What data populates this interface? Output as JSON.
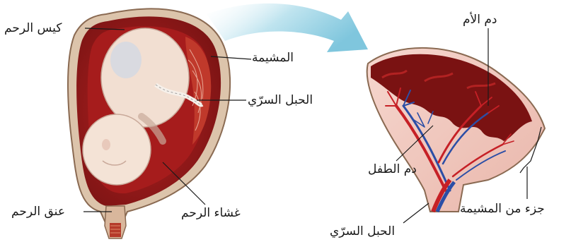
{
  "labels": {
    "uterine_sac": "كيس الرحم",
    "placenta": "المشيمة",
    "umbilical_cord_left": "الحبل السرّي",
    "cervix": "عنق الرحم",
    "uterine_lining": "غشاء الرحم",
    "mother_blood": "دم الأم",
    "baby_blood": "دم الطفل",
    "umbilical_cord_right": "الحبل السرّي",
    "placenta_part": "جزء من المشيمة"
  },
  "colors": {
    "uterus_wall": "#c8a98c",
    "uterus_red": "#9e1b1b",
    "amniotic": "#e8c9c0",
    "fetus_skin": "#f3e2d6",
    "arrow": "#a9dbe8",
    "artery": "#c62026",
    "vein": "#2b4ea6"
  }
}
